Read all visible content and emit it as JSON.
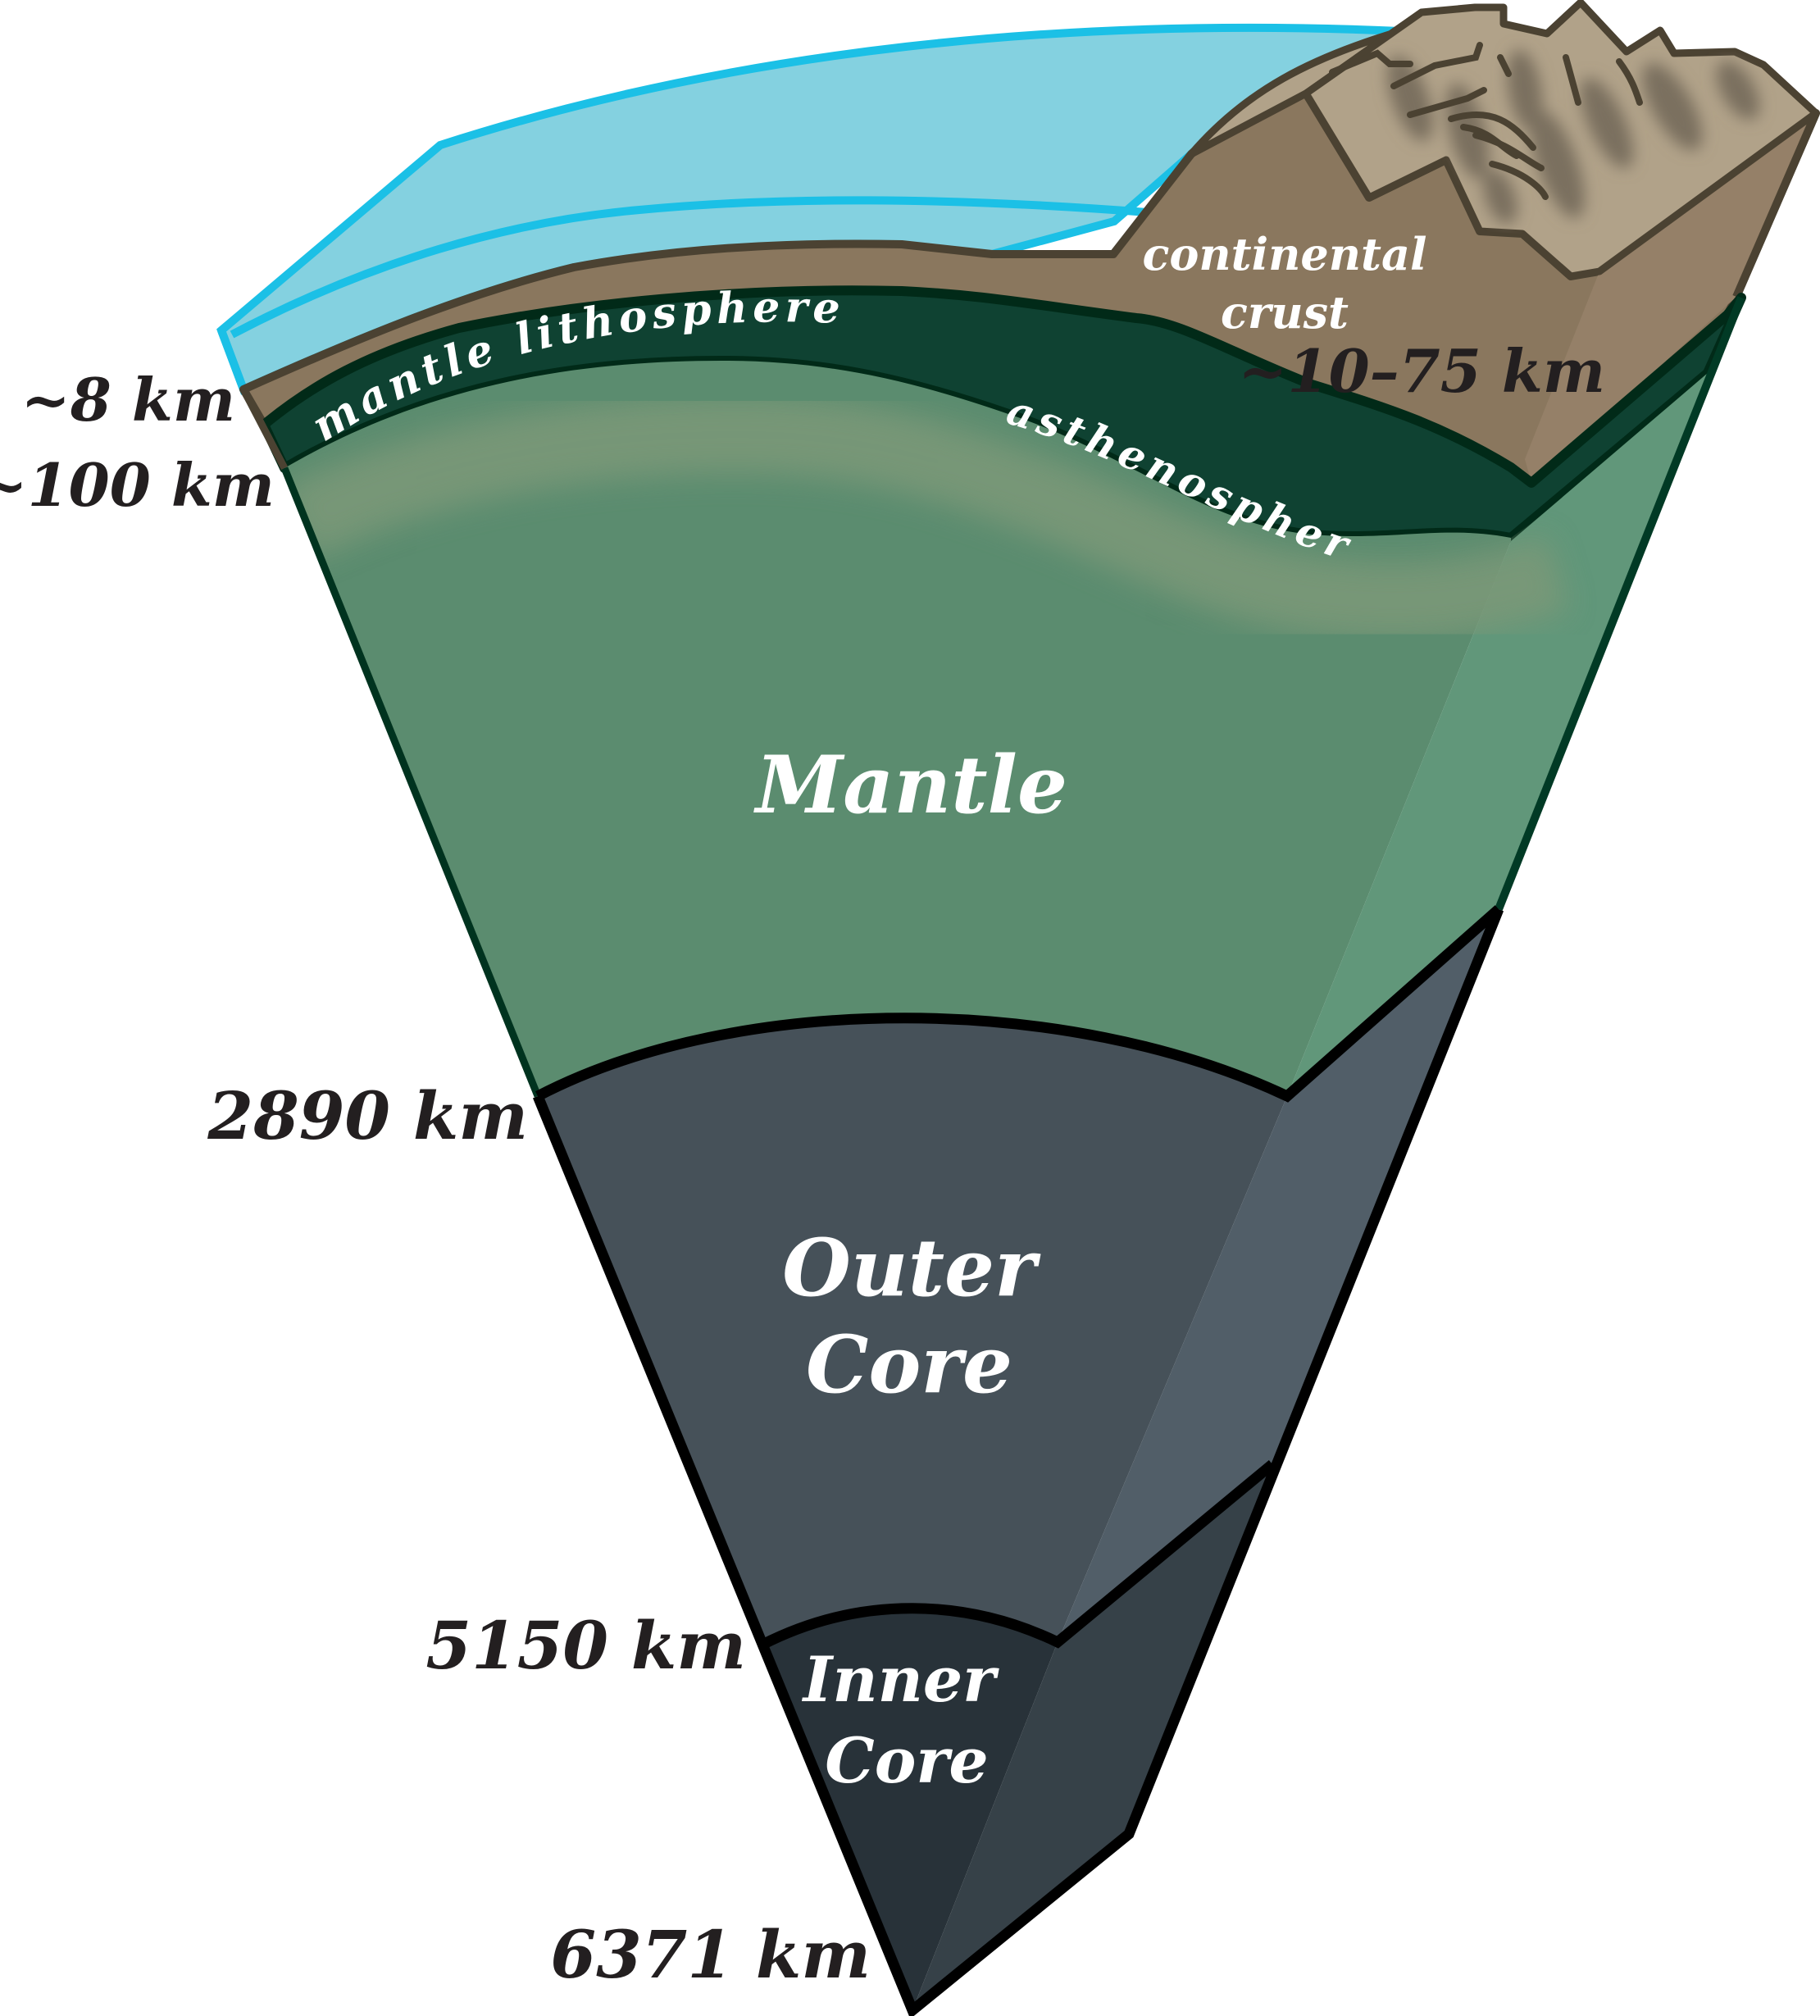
{
  "title": "Layers of the Earth",
  "colors": {
    "ocean_fill": "#84D1E0",
    "ocean_stroke": "#1BC0E6",
    "crust": "#8A775E",
    "crust_side": "#958068",
    "crust_stroke": "#4B4232",
    "mountain_face": "#B1A289",
    "mountain_shade": "#7A705F",
    "lithosphere": "#0F4232",
    "lithosphere_stroke": "#012A18",
    "asthenosphere_band": "#7A9878",
    "mantle": "#5B8C6F",
    "mantle_side": "#61977A",
    "mantle_stroke": "#00331F",
    "outer_core": "#465159",
    "outer_core_side": "#515E68",
    "inner_core": "#283239",
    "inner_core_side": "#364148",
    "label_text": "#231F20"
  },
  "layers": {
    "mantle_lithosphere": "mantle   lithosphere",
    "asthenosphere": "asthenosphere",
    "continental_crust_line1": "continental",
    "continental_crust_line2": "crust",
    "mantle": "Mantle",
    "outer_core_line1": "Outer",
    "outer_core_line2": "Core",
    "inner_core_line1": "Inner",
    "inner_core_line2": "Core"
  },
  "depths": {
    "oceanic_crust": "~8 km",
    "lithosphere": "~100 km",
    "continental_crust": "~10–75 km",
    "core_mantle_boundary": "2890 km",
    "inner_core_boundary": "5150 km",
    "center": "6371 km"
  }
}
